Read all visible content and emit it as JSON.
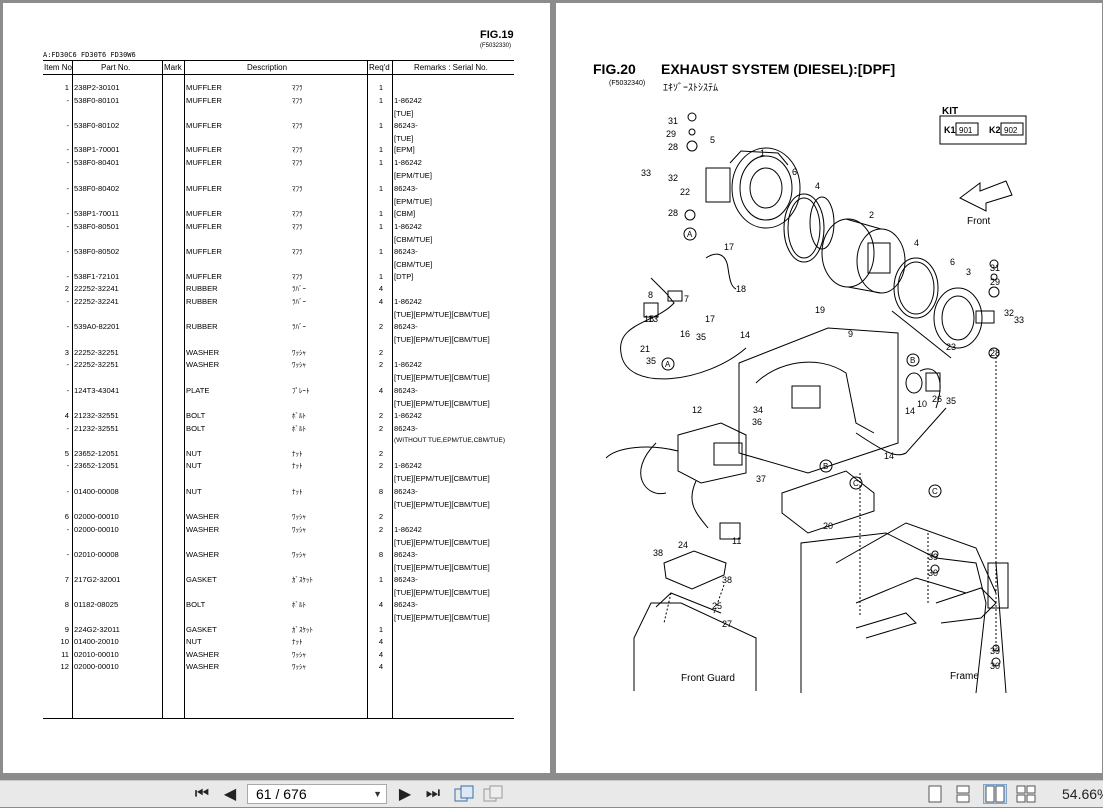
{
  "left_page": {
    "fig_no": "FIG.19",
    "fig_code": "(F5032330)",
    "model": "A:FD30C6 FD30T6 FD30W6",
    "headers": {
      "item": "Item No",
      "part": "Part No.",
      "mark": "Mark",
      "desc": "Description",
      "reqd": "Req'd",
      "remarks": "Remarks : Serial No."
    },
    "rows": [
      {
        "item": "1",
        "part": "238P2-30101",
        "desc": "MUFFLER",
        "jp": "ﾏﾌﾗ",
        "qty": "1",
        "r1": "",
        "r2": ""
      },
      {
        "item": "-",
        "part": "538F0-80101",
        "desc": "MUFFLER",
        "jp": "ﾏﾌﾗ",
        "qty": "1",
        "r1": "1-86242",
        "r2": "[TUE]"
      },
      {
        "item": "-",
        "part": "538F0-80102",
        "desc": "MUFFLER",
        "jp": "ﾏﾌﾗ",
        "qty": "1",
        "r1": "86243-",
        "r2": "[TUE]"
      },
      {
        "item": "-",
        "part": "538P1-70001",
        "desc": "MUFFLER",
        "jp": "ﾏﾌﾗ",
        "qty": "1",
        "r1": "[EPM]",
        "r2": ""
      },
      {
        "item": "-",
        "part": "538F0-80401",
        "desc": "MUFFLER",
        "jp": "ﾏﾌﾗ",
        "qty": "1",
        "r1": "1-86242",
        "r2": "[EPM/TUE]"
      },
      {
        "item": "-",
        "part": "538F0-80402",
        "desc": "MUFFLER",
        "jp": "ﾏﾌﾗ",
        "qty": "1",
        "r1": "86243-",
        "r2": "[EPM/TUE]"
      },
      {
        "item": "-",
        "part": "538P1-70011",
        "desc": "MUFFLER",
        "jp": "ﾏﾌﾗ",
        "qty": "1",
        "r1": "[CBM]",
        "r2": ""
      },
      {
        "item": "-",
        "part": "538F0-80501",
        "desc": "MUFFLER",
        "jp": "ﾏﾌﾗ",
        "qty": "1",
        "r1": "1-86242",
        "r2": "[CBM/TUE]"
      },
      {
        "item": "-",
        "part": "538F0-80502",
        "desc": "MUFFLER",
        "jp": "ﾏﾌﾗ",
        "qty": "1",
        "r1": "86243-",
        "r2": "[CBM/TUE]"
      },
      {
        "item": "-",
        "part": "538F1-72101",
        "desc": "MUFFLER",
        "jp": "ﾏﾌﾗ",
        "qty": "1",
        "r1": "[DTP]",
        "r2": ""
      },
      {
        "item": "2",
        "part": "22252-32241",
        "desc": "RUBBER",
        "jp": "ﾗﾊﾞｰ",
        "qty": "4",
        "r1": "",
        "r2": ""
      },
      {
        "item": "-",
        "part": "22252-32241",
        "desc": "RUBBER",
        "jp": "ﾗﾊﾞｰ",
        "qty": "4",
        "r1": "1-86242",
        "r2": "[TUE][EPM/TUE][CBM/TUE]"
      },
      {
        "item": "-",
        "part": "539A0-82201",
        "desc": "RUBBER",
        "jp": "ﾗﾊﾞｰ",
        "qty": "2",
        "r1": "86243-",
        "r2": "[TUE][EPM/TUE][CBM/TUE]"
      },
      {
        "item": "3",
        "part": "22252-32251",
        "desc": "WASHER",
        "jp": "ﾜｯｼｬ",
        "qty": "2",
        "r1": "",
        "r2": ""
      },
      {
        "item": "-",
        "part": "22252-32251",
        "desc": "WASHER",
        "jp": "ﾜｯｼｬ",
        "qty": "2",
        "r1": "1-86242",
        "r2": "[TUE][EPM/TUE][CBM/TUE]"
      },
      {
        "item": "-",
        "part": "124T3-43041",
        "desc": "PLATE",
        "jp": "ﾌﾟﾚｰﾄ",
        "qty": "4",
        "r1": "86243-",
        "r2": "[TUE][EPM/TUE][CBM/TUE]"
      },
      {
        "item": "4",
        "part": "21232-32551",
        "desc": "BOLT",
        "jp": "ﾎﾞﾙﾄ",
        "qty": "2",
        "r1": "1-86242",
        "r2": ""
      },
      {
        "item": "-",
        "part": "21232-32551",
        "desc": "BOLT",
        "jp": "ﾎﾞﾙﾄ",
        "qty": "2",
        "r1": "86243-",
        "r2": "(WITHOUT TUE,EPM/TUE,CBM/TUE)"
      },
      {
        "item": "5",
        "part": "23652-12051",
        "desc": "NUT",
        "jp": "ﾅｯﾄ",
        "qty": "2",
        "r1": "",
        "r2": ""
      },
      {
        "item": "-",
        "part": "23652-12051",
        "desc": "NUT",
        "jp": "ﾅｯﾄ",
        "qty": "2",
        "r1": "1-86242",
        "r2": "[TUE][EPM/TUE][CBM/TUE]"
      },
      {
        "item": "-",
        "part": "01400-00008",
        "desc": "NUT",
        "jp": "ﾅｯﾄ",
        "qty": "8",
        "r1": "86243-",
        "r2": "[TUE][EPM/TUE][CBM/TUE]"
      },
      {
        "item": "6",
        "part": "02000-00010",
        "desc": "WASHER",
        "jp": "ﾜｯｼｬ",
        "qty": "2",
        "r1": "",
        "r2": ""
      },
      {
        "item": "-",
        "part": "02000-00010",
        "desc": "WASHER",
        "jp": "ﾜｯｼｬ",
        "qty": "2",
        "r1": "1-86242",
        "r2": "[TUE][EPM/TUE][CBM/TUE]"
      },
      {
        "item": "-",
        "part": "02010-00008",
        "desc": "WASHER",
        "jp": "ﾜｯｼｬ",
        "qty": "8",
        "r1": "86243-",
        "r2": "[TUE][EPM/TUE][CBM/TUE]"
      },
      {
        "item": "7",
        "part": "217G2-32001",
        "desc": "GASKET",
        "jp": "ｶﾞｽｹｯﾄ",
        "qty": "1",
        "r1": "86243-",
        "r2": "[TUE][EPM/TUE][CBM/TUE]"
      },
      {
        "item": "8",
        "part": "01182-08025",
        "desc": "BOLT",
        "jp": "ﾎﾞﾙﾄ",
        "qty": "4",
        "r1": "86243-",
        "r2": "[TUE][EPM/TUE][CBM/TUE]"
      },
      {
        "item": "9",
        "part": "224G2-32011",
        "desc": "GASKET",
        "jp": "ｶﾞｽｹｯﾄ",
        "qty": "1",
        "r1": "",
        "r2": ""
      },
      {
        "item": "10",
        "part": "01400-20010",
        "desc": "NUT",
        "jp": "ﾅｯﾄ",
        "qty": "4",
        "r1": "",
        "r2": ""
      },
      {
        "item": "11",
        "part": "02010-00010",
        "desc": "WASHER",
        "jp": "ﾜｯｼｬ",
        "qty": "4",
        "r1": "",
        "r2": ""
      },
      {
        "item": "12",
        "part": "02000-00010",
        "desc": "WASHER",
        "jp": "ﾜｯｼｬ",
        "qty": "4",
        "r1": "",
        "r2": ""
      }
    ]
  },
  "right_page": {
    "fig_no": "FIG.20",
    "fig_code": "(F5032340)",
    "title": "EXHAUST SYSTEM (DIESEL):[DPF]",
    "subtitle": "ｴｷｿﾞｰｽﾄｼｽﾃﾑ",
    "kit": {
      "label": "KIT",
      "k1": "K1",
      "k1_val": "901",
      "k2": "K2",
      "k2_val": "902"
    },
    "front_label": "Front",
    "front_guard_label": "Front Guard",
    "frame_label": "Frame",
    "callouts": [
      "1",
      "2",
      "3",
      "4",
      "4",
      "5",
      "6",
      "6",
      "7",
      "8",
      "9",
      "10",
      "11",
      "12",
      "13",
      "14",
      "14",
      "14",
      "15",
      "16",
      "17",
      "17",
      "18",
      "19",
      "20",
      "21",
      "22",
      "23",
      "24",
      "25",
      "26",
      "27",
      "28",
      "28",
      "28",
      "29",
      "29",
      "30",
      "30",
      "31",
      "31",
      "32",
      "32",
      "33",
      "33",
      "34",
      "35",
      "35",
      "35",
      "36",
      "37",
      "38",
      "38",
      "39",
      "39"
    ],
    "ref_letters": [
      "A",
      "A",
      "B",
      "B",
      "C",
      "C"
    ]
  },
  "toolbar": {
    "page_indicator": "61 / 676",
    "zoom": "54.66%",
    "icons": [
      "first-page-icon",
      "prev-page-icon",
      "next-page-icon",
      "last-page-icon",
      "previous-view-icon",
      "next-view-icon",
      "single-page-icon",
      "continuous-icon",
      "facing-icon",
      "continuous-facing-icon"
    ]
  }
}
